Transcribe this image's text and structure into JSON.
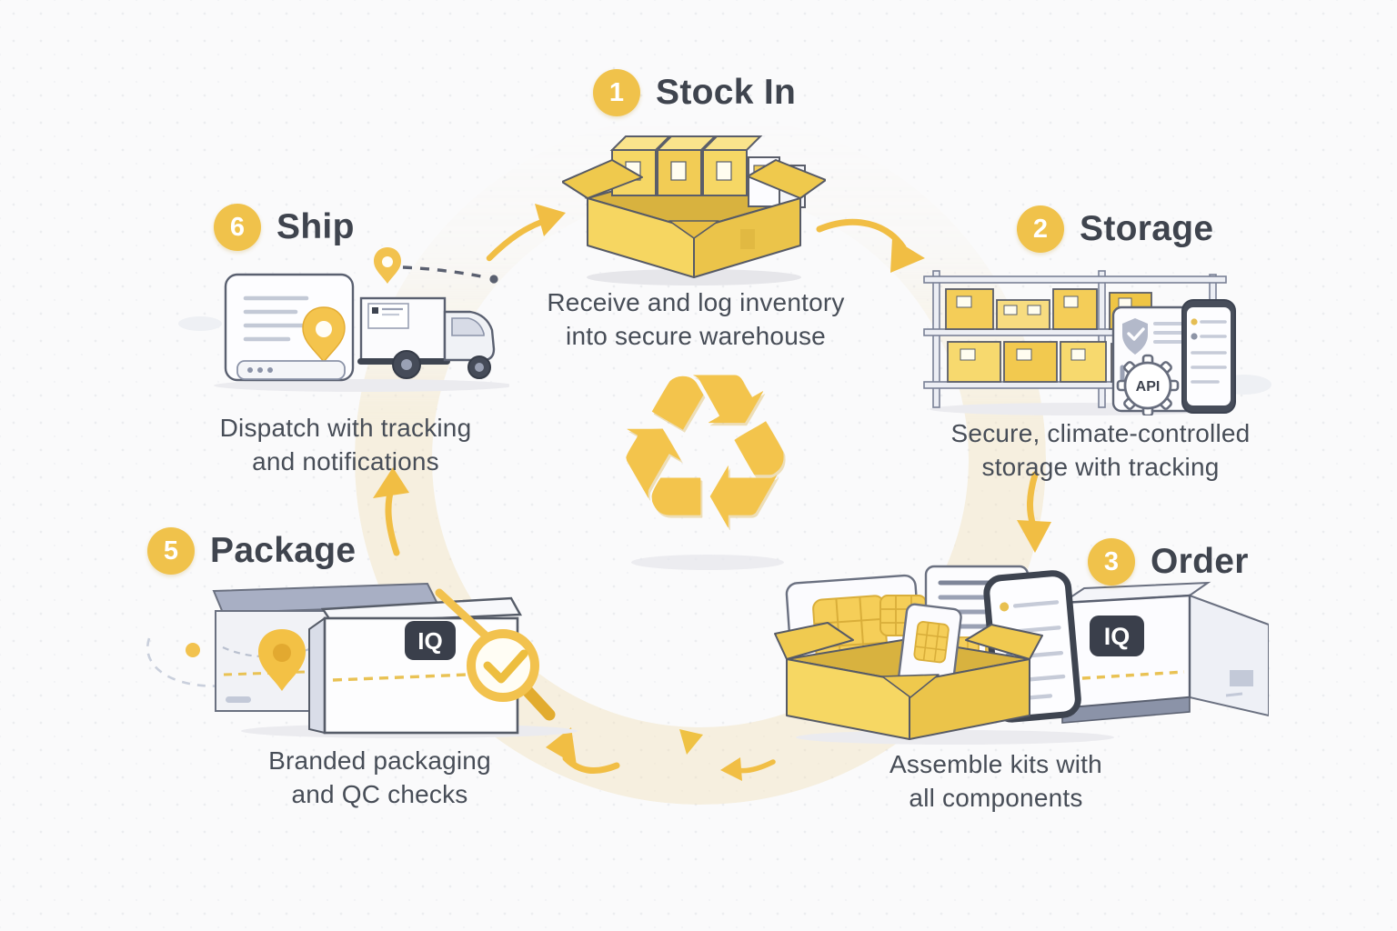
{
  "brand": {
    "logo": "IQ"
  },
  "api_badge": "API",
  "icons": {
    "recycle_glyph": "♻"
  },
  "colors": {
    "accent": "#F2C24E",
    "box_yellow": "#F6D763",
    "ink": "#3F444E",
    "caption": "#474D57",
    "slate": "#8B93A8",
    "dark_panel": "#3A3F4B",
    "background": "#FAFAFB"
  },
  "steps": [
    {
      "id": "stock-in",
      "number": "1",
      "title": "Stock In",
      "caption_line1": "Receive and log inventory",
      "caption_line2": "into secure warehouse"
    },
    {
      "id": "storage",
      "number": "2",
      "title": "Storage",
      "caption_line1": "Secure, climate-controlled",
      "caption_line2": "storage with tracking"
    },
    {
      "id": "order",
      "number": "3",
      "title": "Order",
      "caption_line1": "Assemble kits with",
      "caption_line2": "all components"
    },
    {
      "id": "package",
      "number": "5",
      "title": "Package",
      "caption_line1": "Branded packaging",
      "caption_line2": "and QC checks"
    },
    {
      "id": "ship",
      "number": "6",
      "title": "Ship",
      "caption_line1": "Dispatch with tracking",
      "caption_line2": "and notifications"
    }
  ]
}
